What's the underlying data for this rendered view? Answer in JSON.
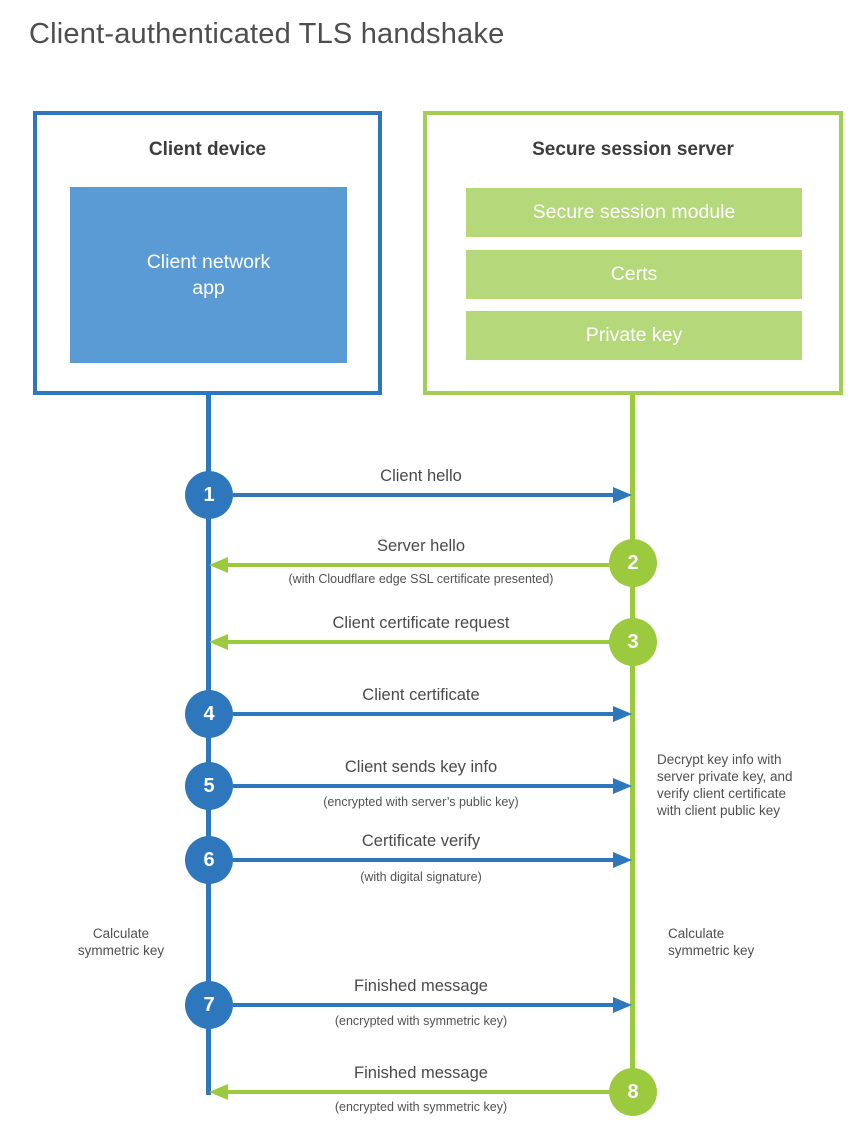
{
  "title": "Client-authenticated TLS handshake",
  "client_box": {
    "title": "Client device",
    "app_label": "Client network app"
  },
  "server_box": {
    "title": "Secure session server",
    "modules": [
      "Secure session module",
      "Certs",
      "Private key"
    ]
  },
  "steps": [
    {
      "number": "1",
      "label": "Client hello",
      "sublabel": "",
      "direction": "right",
      "from": "client",
      "to": "server"
    },
    {
      "number": "2",
      "label": "Server hello",
      "sublabel": "(with Cloudflare edge SSL certificate presented)",
      "direction": "left",
      "from": "server",
      "to": "client"
    },
    {
      "number": "3",
      "label": "Client certificate request",
      "sublabel": "",
      "direction": "left",
      "from": "server",
      "to": "client"
    },
    {
      "number": "4",
      "label": "Client certificate",
      "sublabel": "",
      "direction": "right",
      "from": "client",
      "to": "server"
    },
    {
      "number": "5",
      "label": "Client sends key info",
      "sublabel": "(encrypted with server’s public key)",
      "direction": "right",
      "from": "client",
      "to": "server"
    },
    {
      "number": "6",
      "label": "Certificate verify",
      "sublabel": "(with digital signature)",
      "direction": "right",
      "from": "client",
      "to": "server"
    },
    {
      "number": "7",
      "label": "Finished message",
      "sublabel": "(encrypted with symmetric key)",
      "direction": "right",
      "from": "client",
      "to": "server"
    },
    {
      "number": "8",
      "label": "Finished message",
      "sublabel": "(encrypted with symmetric key)",
      "direction": "left",
      "from": "server",
      "to": "client"
    }
  ],
  "annotations": {
    "decrypt_note": "Decrypt key info with server private key, and verify client certificate with client public key",
    "calculate_left": "Calculate symmetric key",
    "calculate_right": "Calculate symmetric key"
  },
  "colors": {
    "client_blue": "#2e77bc",
    "client_app_fill": "#5b9bd5",
    "server_green": "#9bca3e",
    "server_border": "#a3cd55",
    "server_bar_fill": "#b5d87a",
    "text_gray": "#4a4a4a"
  }
}
